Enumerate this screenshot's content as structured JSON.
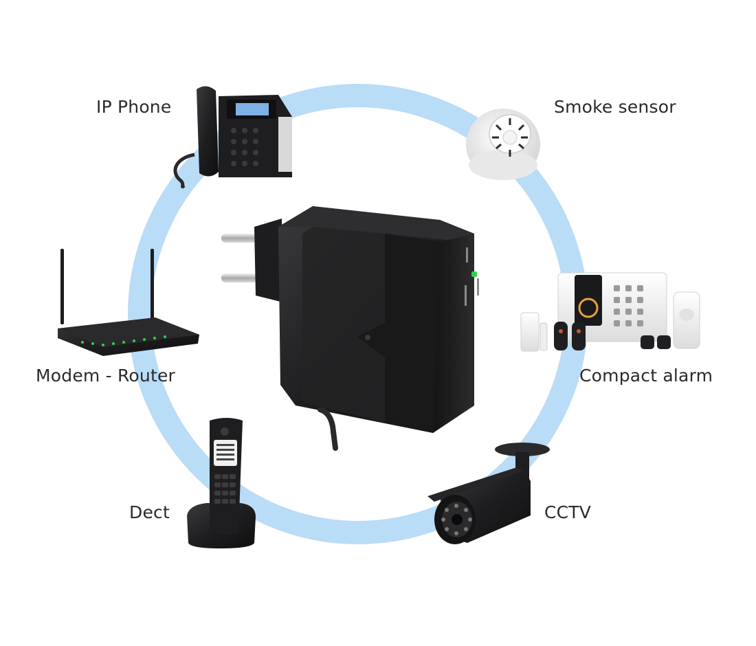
{
  "diagram": {
    "devices": [
      {
        "id": "ip-phone",
        "label": "IP Phone"
      },
      {
        "id": "smoke-sensor",
        "label": "Smoke sensor"
      },
      {
        "id": "modem-router",
        "label": "Modem - Router"
      },
      {
        "id": "compact-alarm",
        "label": "Compact alarm"
      },
      {
        "id": "dect",
        "label": "Dect"
      },
      {
        "id": "cctv",
        "label": "CCTV"
      }
    ],
    "center": {
      "name": "power-adapter-ups"
    },
    "colors": {
      "ring": "#b9dcf7",
      "device_dark": "#1c1c1e",
      "device_white": "#f3f3f3",
      "led_green": "#2fd24a",
      "screen_blue": "#7fb0e6"
    }
  }
}
